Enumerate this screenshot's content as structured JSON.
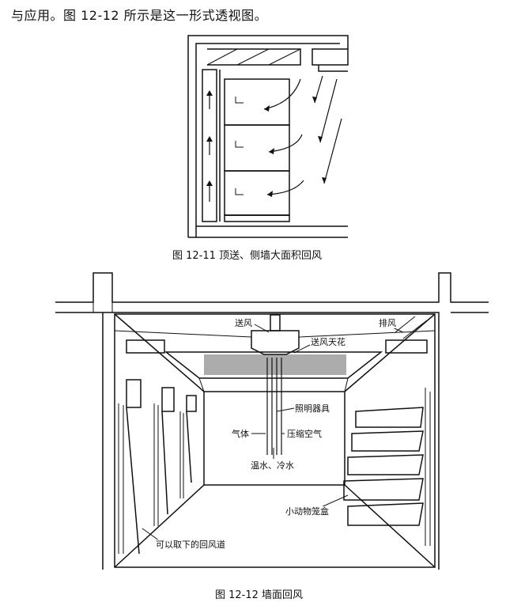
{
  "intro_text": "与应用。图 12-12 所示是这一形式透视图。",
  "figure1": {
    "caption": "图 12-11   顶送、侧墙大面积回风"
  },
  "figure2": {
    "caption": "图 12-12   墙面回风",
    "labels": {
      "supply_air": "送风",
      "supply_ceiling": "送风天花",
      "exhaust": "排风",
      "lighting": "照明器具",
      "gas": "气体",
      "compressed_air": "压缩空气",
      "water": "温水、冷水",
      "animal_cages": "小动物笼盒",
      "return_duct": "可以取下的回风道"
    }
  }
}
